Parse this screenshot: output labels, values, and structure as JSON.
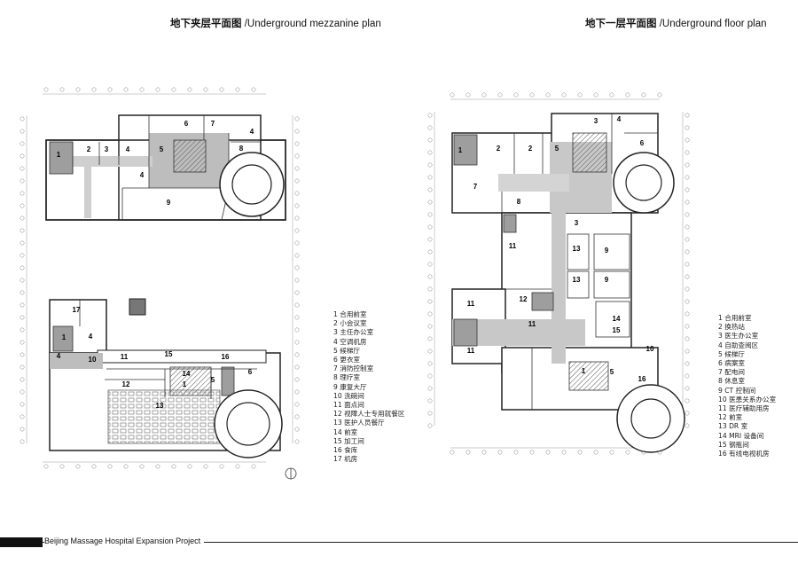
{
  "titles": {
    "left_cn": "地下夹层平面图",
    "left_en": " /Underground mezzanine plan",
    "right_cn": "地下一层平面图",
    "right_en": " /Underground floor plan"
  },
  "legend_left": [
    "1 合用前室",
    "2 小会议室",
    "3 主任办公室",
    "4 空调机房",
    "5 候梯厅",
    "6 更衣室",
    "7 消防控制室",
    "8 理疗室",
    "9 康复大厅",
    "10 洗碗间",
    "11 面点间",
    "12 视障人士专用就餐区",
    "13 医护人员餐厅",
    "14 前室",
    "15 加工间",
    "16 食库",
    "17 机房"
  ],
  "legend_right": [
    "1 合用前室",
    "2 换热站",
    "3 医生办公室",
    "4 自助查阅区",
    "5 候梯厅",
    "6 病案室",
    "7 配电间",
    "8 休息室",
    "9 CT 控制间",
    "10 医患关系办公室",
    "11 医疗辅助用房",
    "12 前室",
    "13 DR 室",
    "14 MRI 设备间",
    "15 钢瓶间",
    "16 有线电视机房"
  ],
  "room_numbers_left": [
    "1",
    "2",
    "3",
    "4",
    "5",
    "6",
    "7",
    "4",
    "8",
    "4",
    "9",
    "17",
    "1",
    "4",
    "4",
    "10",
    "11",
    "15",
    "16",
    "6",
    "12",
    "14",
    "5",
    "13",
    "1"
  ],
  "room_numbers_right": [
    "3",
    "4",
    "1",
    "2",
    "2",
    "5",
    "6",
    "7",
    "8",
    "3",
    "11",
    "13",
    "9",
    "13",
    "9",
    "12",
    "11",
    "14",
    "11",
    "15",
    "11",
    "1",
    "5",
    "10",
    "16"
  ],
  "footer": "Beijing Massage Hospital Expansion Project"
}
